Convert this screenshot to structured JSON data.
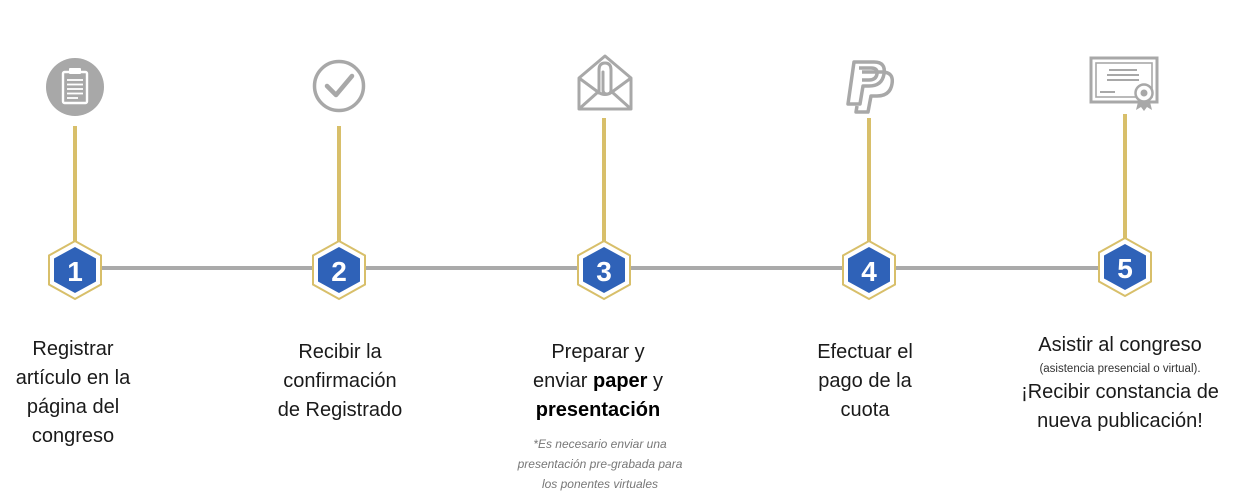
{
  "colors": {
    "accent_gold": "#d8bf6a",
    "badge_blue": "#2f62b8",
    "timeline_gray": "#aaaaaa",
    "icon_gray": "#a8a8a8"
  },
  "steps": [
    {
      "number": "1",
      "icon": "clipboard-icon",
      "lines": [
        "Registrar",
        "artículo en la",
        "página del",
        "congreso"
      ]
    },
    {
      "number": "2",
      "icon": "checkmark-circle-icon",
      "lines": [
        "Recibir la",
        "confirmación",
        "de Registrado"
      ]
    },
    {
      "number": "3",
      "icon": "envelope-attachment-icon",
      "line1": "Preparar y",
      "line2_pre": "enviar ",
      "line2_bold": "paper",
      "line2_post": " y",
      "line3_bold": "presentación",
      "note_lines": [
        "*Es necesario enviar una",
        "presentación pre-grabada para",
        "los ponentes virtuales"
      ]
    },
    {
      "number": "4",
      "icon": "paypal-icon",
      "lines": [
        "Efectuar el",
        "pago de la",
        "cuota"
      ]
    },
    {
      "number": "5",
      "icon": "certificate-icon",
      "line1": "Asistir al congreso",
      "line2_small": "(asistencia presencial o virtual).",
      "line3": "¡Recibir constancia de",
      "line4": "nueva publicación!"
    }
  ]
}
